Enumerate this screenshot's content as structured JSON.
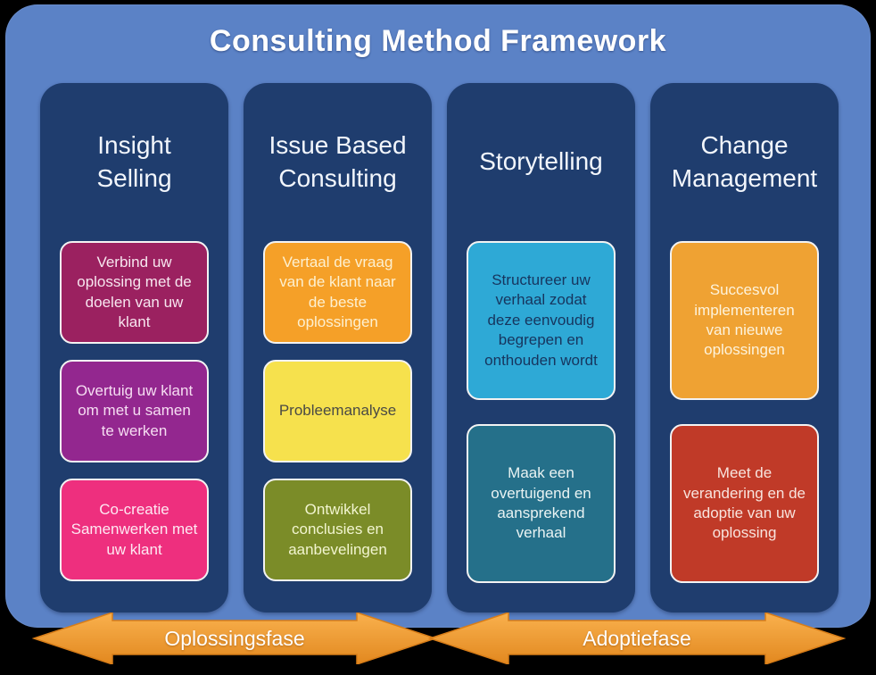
{
  "title": "Consulting Method Framework",
  "colors": {
    "page_bg": "#000000",
    "frame_bg": "#5b82c6",
    "column_bg": "#1f3d6e",
    "title_color": "#ffffff",
    "arrow_top": "#f9b14e",
    "arrow_bottom": "#e2881f",
    "arrow_stroke": "#d87d18"
  },
  "columns": [
    {
      "title": "Insight Selling",
      "boxes": [
        {
          "text": "Verbind uw oplossing met de doelen van uw klant",
          "bg": "#9b2160",
          "fg": "#f7e6ef"
        },
        {
          "text": "Overtuig uw klant om met u samen te werken",
          "bg": "#93278f",
          "fg": "#f6ddf2"
        },
        {
          "text": "Co-creatie Samenwerken met uw klant",
          "bg": "#ee2f7e",
          "fg": "#fde9f2"
        }
      ]
    },
    {
      "title": "Issue Based Consulting",
      "boxes": [
        {
          "text": "Vertaal de vraag van de klant naar de beste oplossingen",
          "bg": "#f5a028",
          "fg": "#fdf0d0"
        },
        {
          "text": "Probleemanalyse",
          "bg": "#f6e14d",
          "fg": "#4a4a45"
        },
        {
          "text": "Ontwikkel conclusies en aanbevelingen",
          "bg": "#7b8c28",
          "fg": "#f2f5d0"
        }
      ]
    },
    {
      "title": "Storytelling",
      "boxes": [
        {
          "text": "Structureer uw verhaal zodat deze eenvoudig begrepen en onthouden wordt",
          "bg": "#2ea9d6",
          "fg": "#17355e"
        },
        {
          "text": "Maak een overtuigend en aansprekend verhaal",
          "bg": "#25708a",
          "fg": "#e9f3f3"
        }
      ]
    },
    {
      "title": "Change Management",
      "boxes": [
        {
          "text": "Succesvol implementeren van nieuwe oplossingen",
          "bg": "#efa233",
          "fg": "#fdf3dc"
        },
        {
          "text": "Meet de verandering en de adoptie van uw oplossing",
          "bg": "#c03a28",
          "fg": "#f8e4de"
        }
      ]
    }
  ],
  "phases": [
    {
      "label": "Oplossingsfase"
    },
    {
      "label": "Adoptiefase"
    }
  ]
}
